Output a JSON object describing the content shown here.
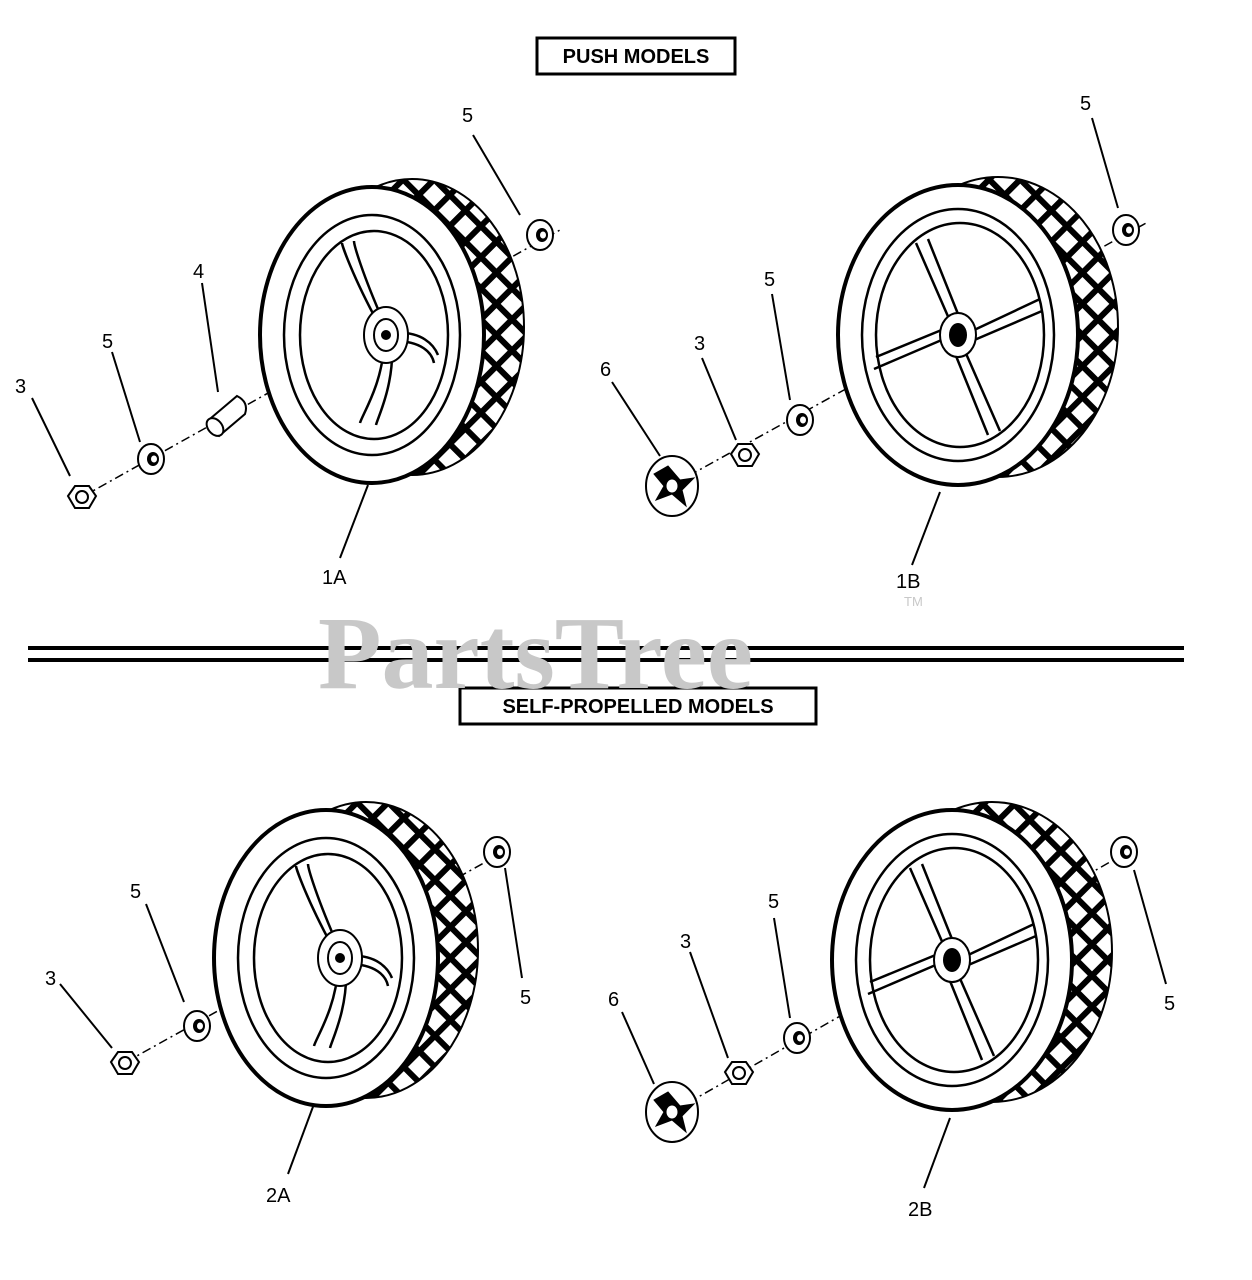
{
  "headers": {
    "push": "PUSH MODELS",
    "self_propelled": "SELF-PROPELLED MODELS"
  },
  "watermark": {
    "text": "PartsTree",
    "tm": "TM"
  },
  "callouts": {
    "q1": {
      "wheel": "1A",
      "washer_outer": "5",
      "spacer": "4",
      "washer_inner": "5",
      "nut": "3"
    },
    "q2": {
      "wheel": "1B",
      "washer_outer": "5",
      "washer_inner": "5",
      "nut": "3",
      "hubcap": "6"
    },
    "q3": {
      "wheel": "2A",
      "washer_outer": "5",
      "washer_inner": "5",
      "nut": "3"
    },
    "q4": {
      "wheel": "2B",
      "washer_outer": "5",
      "washer_inner": "5",
      "nut": "3",
      "hubcap": "6"
    }
  }
}
